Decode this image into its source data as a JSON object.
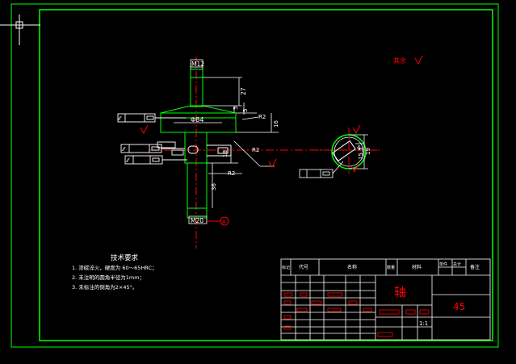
{
  "drawing": {
    "colors": {
      "background": "#000000",
      "border": "#00ff00",
      "geometry": "#ffffff",
      "centerline": "#ff0000",
      "dimension": "#ffffff",
      "annotation": "#ff0000",
      "crosshair": "#ffffff"
    },
    "dims": {
      "top_thread": "M12",
      "bottom_thread": "M20",
      "flange_dia": "Φ84",
      "d27": "27",
      "d5a": "5",
      "d5b": "5",
      "d18": "18",
      "d36": "36",
      "dR2a": "R2",
      "dR2b": "R2",
      "dR2c": "R2",
      "d16": "16",
      "d15": "15.5",
      "d4": "4",
      "d19": "19"
    },
    "rest_roughness": "其余",
    "section_marker": "A",
    "tech": {
      "title": "技术要求",
      "line1": "1. 渗碳淬火，硬度为 60～65HRC；",
      "line2": "2. 未注明的圆角半径为1mm；",
      "line3": "3. 未标注的倒角为2×45°。"
    },
    "titleblock": {
      "h_biaoji": "标记",
      "h_daihao": "代号",
      "h_mingcheng": "名称",
      "h_shuliang": "数量",
      "h_cailiao": "材料",
      "h_danzhong": "单件",
      "h_zongji": "总计",
      "h_beizhu": "备注",
      "part_name": "轴",
      "material": "45",
      "scale": "1:1"
    }
  }
}
